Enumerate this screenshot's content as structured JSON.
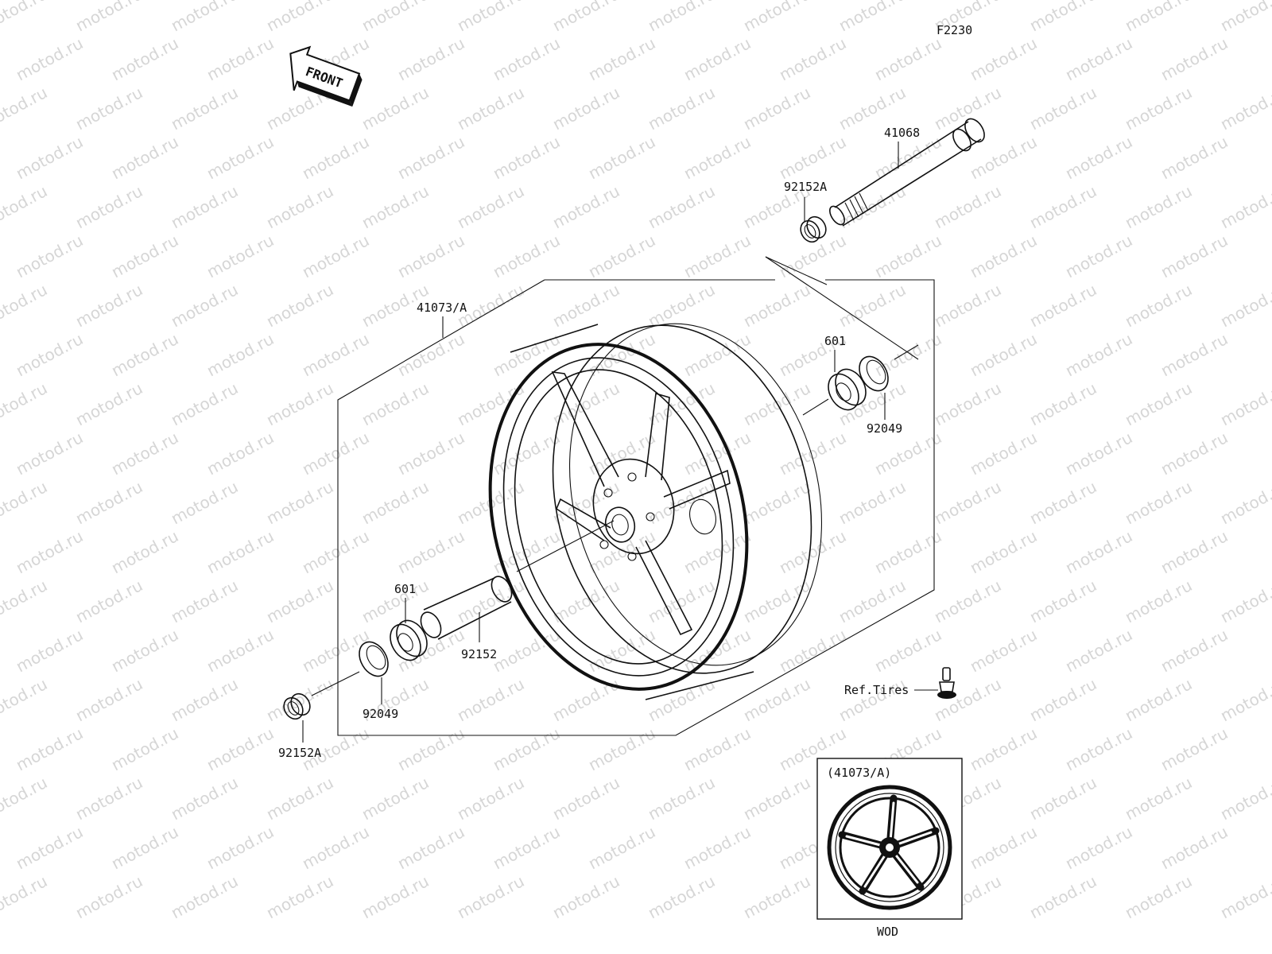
{
  "figure_code": "F2230",
  "front_badge": "FRONT",
  "watermark_text": "motod.ru",
  "parts": {
    "axle": "41068",
    "collar_top": "92152A",
    "wheel_assembly": "41073/A",
    "bearing_right": "601",
    "oil_seal_right": "92049",
    "bearing_left": "601",
    "spacer": "92152",
    "oil_seal_left": "92049",
    "collar_bottom": "92152A"
  },
  "ref_tires": "Ref.Tires",
  "inset": {
    "title": "(41073/A)",
    "caption": "WOD"
  },
  "colors": {
    "line": "#111111",
    "watermark": "#d6d6d6",
    "background": "#ffffff"
  }
}
